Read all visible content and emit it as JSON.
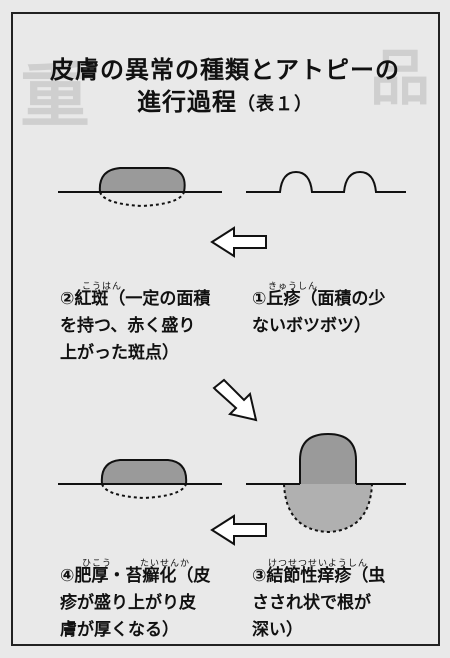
{
  "title": {
    "line1": "皮膚の異常の種類とアトピーの",
    "line2": "進行過程",
    "line2_suffix": "（表１）"
  },
  "stages": [
    {
      "number": "①",
      "ruby": "きゅうしん",
      "term": "丘疹",
      "desc_lines": [
        "（面積の少",
        "ないボツボツ）"
      ]
    },
    {
      "number": "②",
      "ruby": "こうはん",
      "term": "紅斑",
      "desc_lines": [
        "（一定の面積",
        "を持つ、赤く盛り",
        "上がった斑点）"
      ]
    },
    {
      "number": "③",
      "ruby": "けつせつせいようしん",
      "term": "結節性痒疹",
      "desc_lines": [
        "（虫",
        "さされ状で根が",
        "深い）"
      ]
    },
    {
      "number": "④",
      "ruby_1": "ひこう",
      "ruby_2": "たいせんか",
      "term": "肥厚・苔癬化",
      "desc_lines": [
        "（皮",
        "疹が盛り上がり皮",
        "膚が厚くなる）"
      ]
    }
  ],
  "colors": {
    "fill": "#9a9a9a",
    "line": "#111111",
    "background": "#e9e9e9"
  }
}
